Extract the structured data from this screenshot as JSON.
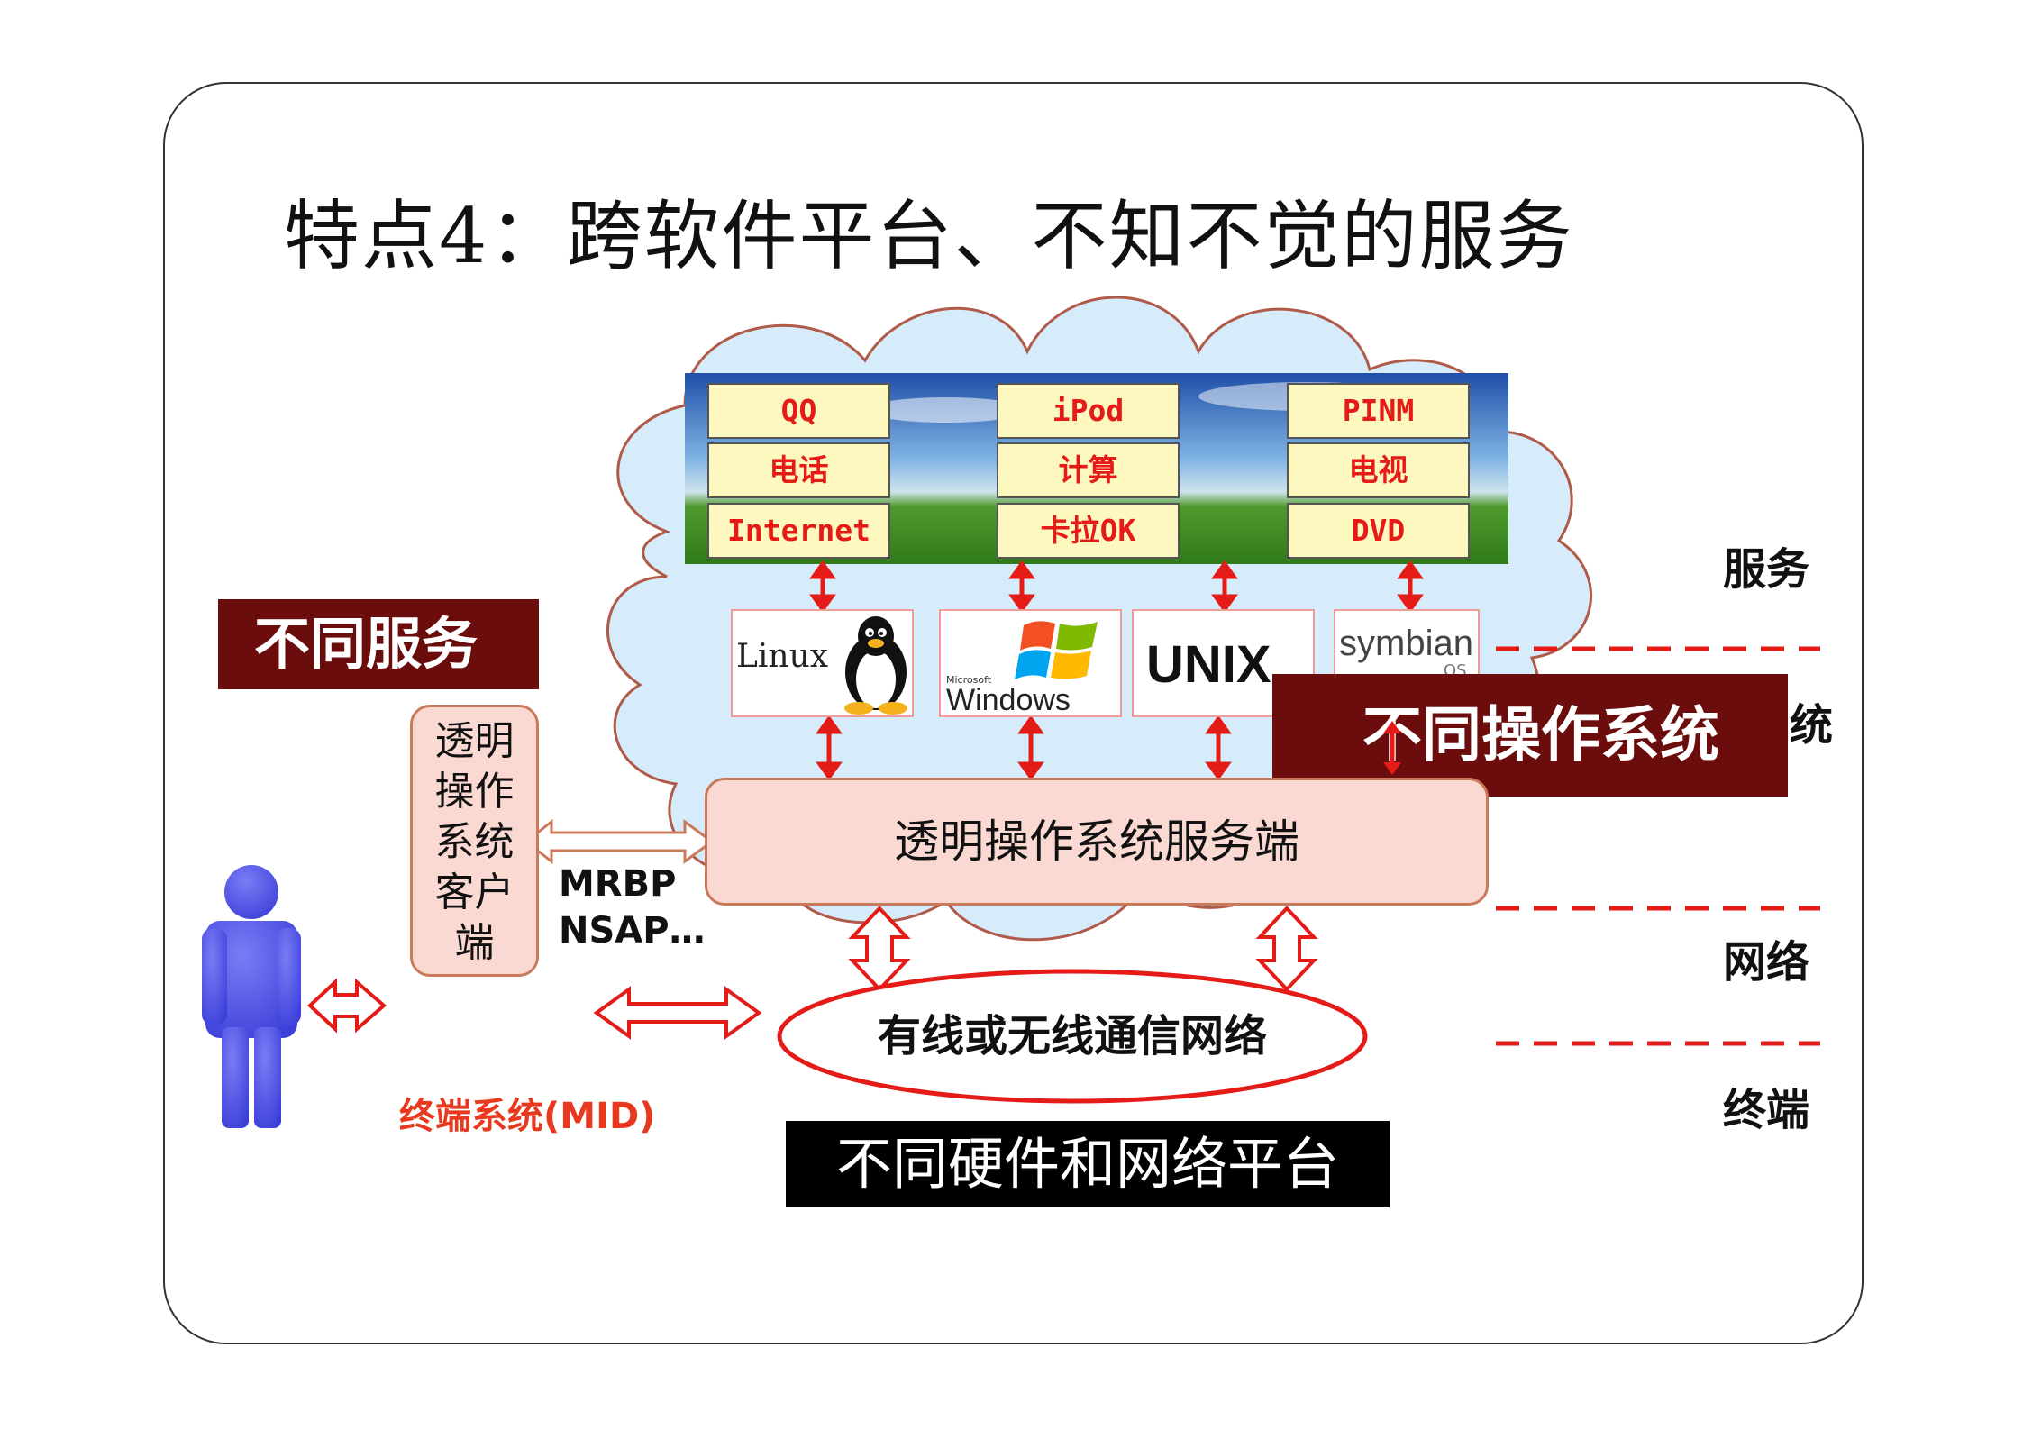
{
  "title": "特点4：跨软件平台、不知不觉的服务",
  "banners": {
    "services": "不同服务",
    "os": "不同操作系统",
    "hardware": "不同硬件和网络平台"
  },
  "apps": [
    [
      "QQ",
      "电话",
      "Internet"
    ],
    [
      "iPod",
      "计算",
      "卡拉OK"
    ],
    [
      "PINM",
      "电视",
      "DVD"
    ]
  ],
  "os_logos": {
    "linux": "Linux",
    "windows_small": "Microsoft",
    "windows": "Windows",
    "unix": "UNIX",
    "symbian": "symbian",
    "symbian_suffix": "OS"
  },
  "server_label": "透明操作系统服务端",
  "client_label": [
    "透明",
    "操作",
    "系统",
    "客户",
    "端"
  ],
  "protocols": [
    "MRBP",
    "NSAP…"
  ],
  "network_label": "有线或无线通信网络",
  "terminal_label": "终端系统(MID)",
  "layers": {
    "service": "服务",
    "system_partial": "统",
    "network": "网络",
    "terminal": "终端"
  },
  "colors": {
    "banner": "#6b0d0d",
    "arrow_red": "#e41b17",
    "cloud": "#d6ecfa",
    "cloud_border": "#b05a4a",
    "person": "#4b4ee6",
    "app_box": "#fdf8c0",
    "server_box": "#fad9d2"
  }
}
